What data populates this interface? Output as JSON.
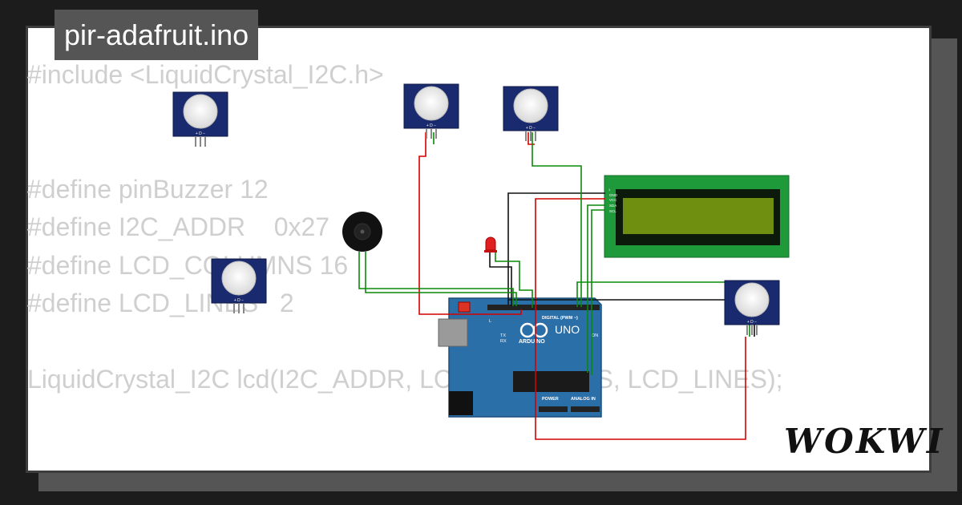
{
  "project": {
    "filename": "pir-adafruit.ino"
  },
  "code_lines": [
    "#include <LiquidCrystal_I2C.h>",
    "",
    "",
    "#define pinBuzzer 12",
    "#define I2C_ADDR    0x27",
    "#define LCD_COLUMNS 16",
    "#define LCD_LINES   2",
    "",
    "LiquidCrystal_I2C lcd(I2C_ADDR, LCD_COLUMNS, LCD_LINES);"
  ],
  "brand": {
    "logo_text": "WOKWI"
  },
  "board": {
    "name": "UNO",
    "brand": "ARDUINO",
    "digital_label": "DIGITAL (PWM ~)",
    "power_label": "POWER",
    "analog_label": "ANALOG IN",
    "tx_label": "TX",
    "rx_label": "RX",
    "on_label": "ON",
    "l_label": "L"
  },
  "lcd": {
    "pins": [
      "GND",
      "VCC",
      "SDA",
      "SCL"
    ]
  },
  "pir_pin_label": "+ D −",
  "wire_colors": {
    "red": "#d40000",
    "green": "#0a8a0a",
    "black": "#111111"
  },
  "colors": {
    "board": "#2b6fa8",
    "lcd_pcb": "#1f9a3a",
    "lcd_screen": "#6f8f10",
    "pir_pcb": "#1a2a6e"
  }
}
